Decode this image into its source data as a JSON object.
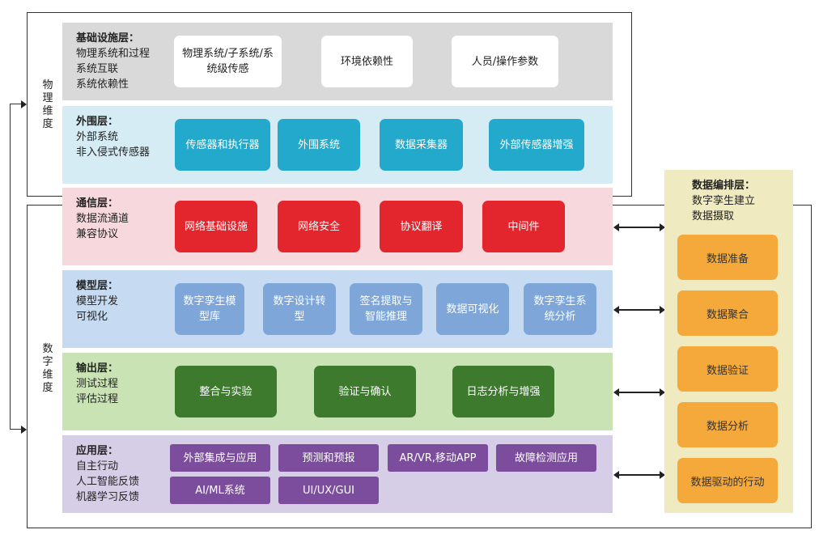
{
  "dimensions": {
    "physical": "物理维度",
    "digital": "数字维度"
  },
  "layers": [
    {
      "title": "基础设施层：",
      "lines": [
        "物理系统和过程",
        "系统互联",
        "系统依赖性"
      ],
      "items": [
        "物理系统/子系统/系统级传感",
        "环境依赖性",
        "人员/操作参数"
      ],
      "bg": "#d9d9d9",
      "item_color": "#ffffff"
    },
    {
      "title": "外围层：",
      "lines": [
        "外部系统",
        "非入侵式传感器"
      ],
      "items": [
        "传感器和执行器",
        "外围系统",
        "数据采集器",
        "外部传感器增强"
      ],
      "bg": "#d5ecf5",
      "item_color": "#22a9cc"
    },
    {
      "title": "通信层：",
      "lines": [
        "数据流通道",
        "兼容协议"
      ],
      "items": [
        "网络基础设施",
        "网络安全",
        "协议翻译",
        "中间件"
      ],
      "bg": "#f7d9dd",
      "item_color": "#e3262e"
    },
    {
      "title": "模型层：",
      "lines": [
        "模型开发",
        "可视化"
      ],
      "items": [
        "数字孪生模型库",
        "数字设计转型",
        "签名提取与智能推理",
        "数据可视化",
        "数字孪生系统分析"
      ],
      "bg": "#c6dbf1",
      "item_color": "#7ea6d9"
    },
    {
      "title": "输出层：",
      "lines": [
        "测试过程",
        "评估过程"
      ],
      "items": [
        "整合与实验",
        "验证与确认",
        "日志分析与增强"
      ],
      "bg": "#c9e3b4",
      "item_color": "#3d7a2e"
    },
    {
      "title": "应用层：",
      "lines": [
        "自主行动",
        "人工智能反馈",
        "机器学习反馈"
      ],
      "items": [
        "外部集成与应用",
        "预测和预报",
        "AR/VR,移动APP",
        "故障检测应用",
        "AI/ML系统",
        "UI/UX/GUI"
      ],
      "bg": "#d6cde6",
      "item_color": "#7b4d9c"
    }
  ],
  "orchestration": {
    "title": "数据编排层：",
    "lines": [
      "数字孪生建立",
      "数据摄取"
    ],
    "items": [
      "数据准备",
      "数据聚合",
      "数据验证",
      "数据分析",
      "数据驱动的行动"
    ],
    "bg": "#efeac0",
    "item_color": "#f4a93a"
  }
}
